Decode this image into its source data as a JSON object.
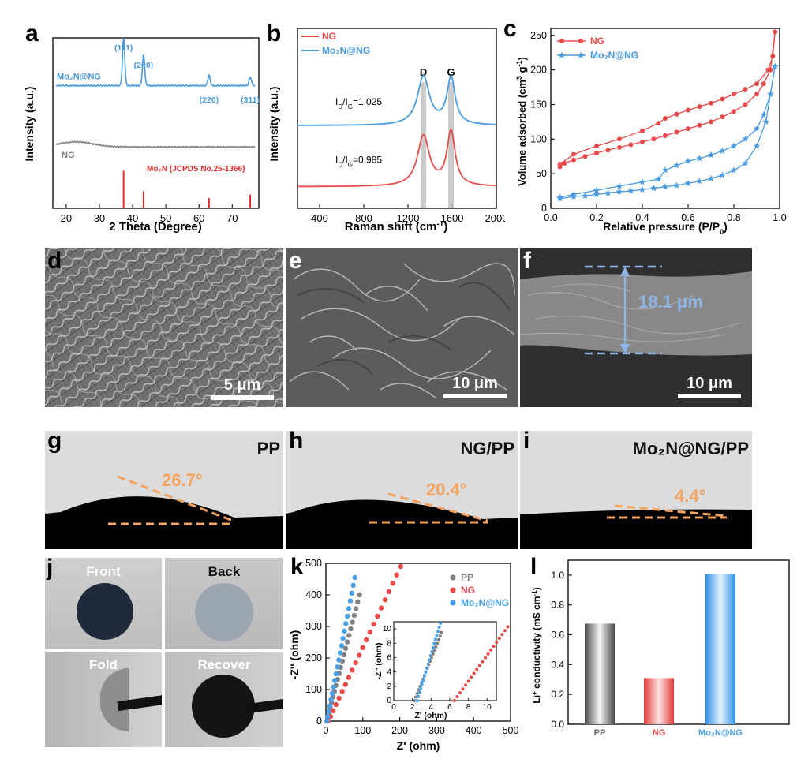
{
  "chart_data": [
    {
      "id": "a",
      "type": "line",
      "xlabel": "2 Theta (Degree)",
      "ylabel": "Intensity (a.u.)",
      "xlim": [
        16,
        78
      ],
      "xticks": [
        20,
        30,
        40,
        50,
        60,
        70
      ],
      "peak_labels": [
        {
          "x": 37.3,
          "text": "(111)"
        },
        {
          "x": 43.3,
          "text": "(200)"
        },
        {
          "x": 63.0,
          "text": "(220)"
        },
        {
          "x": 75.4,
          "text": "(311)"
        }
      ],
      "series": [
        {
          "name": "Mo₂N@NG",
          "color": "#4a9be0",
          "baseline": 0.72,
          "peaks": [
            [
              37.3,
              0.28
            ],
            [
              43.3,
              0.18
            ],
            [
              63.0,
              0.06
            ],
            [
              75.4,
              0.05
            ]
          ]
        },
        {
          "name": "NG",
          "color": "#808080",
          "baseline": 0.36,
          "peaks": [
            [
              23,
              0.03
            ]
          ]
        }
      ],
      "reference": {
        "name": "Mo₂N (JCPDS No.25-1366)",
        "color": "#e52b2b",
        "lines": [
          [
            37.3,
            0.22
          ],
          [
            43.3,
            0.1
          ],
          [
            63.0,
            0.06
          ],
          [
            75.4,
            0.08
          ]
        ]
      }
    },
    {
      "id": "b",
      "type": "line",
      "xlabel": "Raman shift (cm⁻¹)",
      "ylabel": "Intensity (a.u.)",
      "xlim": [
        200,
        2000
      ],
      "xticks": [
        400,
        800,
        1200,
        1600,
        2000
      ],
      "bands": [
        {
          "x": 1340,
          "label": "D"
        },
        {
          "x": 1590,
          "label": "G"
        }
      ],
      "series": [
        {
          "name": "NG",
          "color": "#e84a4a",
          "baseline": 0.12,
          "d": 0.28,
          "g": 0.3,
          "ratio": "ID/IG=0.985"
        },
        {
          "name": "Mo₂N@NG",
          "color": "#4a9be0",
          "baseline": 0.46,
          "d": 0.27,
          "g": 0.26,
          "ratio": "ID/IG=1.025"
        }
      ],
      "legend": [
        "NG",
        "Mo₂N@NG"
      ]
    },
    {
      "id": "c",
      "type": "line",
      "xlabel": "Relative pressure (P/P0)",
      "ylabel": "Volume adsorbed (cm3 g-1)",
      "xlim": [
        0,
        1.0
      ],
      "ylim": [
        0,
        260
      ],
      "xticks": [
        0.0,
        0.2,
        0.4,
        0.6,
        0.8,
        1.0
      ],
      "yticks": [
        0,
        50,
        100,
        150,
        200,
        250
      ],
      "series": [
        {
          "name": "NG",
          "color": "#e84a4a",
          "marker": "circle",
          "adsorption": [
            [
              0.04,
              60
            ],
            [
              0.06,
              65
            ],
            [
              0.1,
              70
            ],
            [
              0.15,
              75
            ],
            [
              0.2,
              80
            ],
            [
              0.25,
              84
            ],
            [
              0.3,
              88
            ],
            [
              0.35,
              92
            ],
            [
              0.4,
              96
            ],
            [
              0.45,
              100
            ],
            [
              0.5,
              105
            ],
            [
              0.55,
              110
            ],
            [
              0.6,
              115
            ],
            [
              0.65,
              120
            ],
            [
              0.7,
              125
            ],
            [
              0.75,
              132
            ],
            [
              0.8,
              140
            ],
            [
              0.85,
              150
            ],
            [
              0.9,
              165
            ],
            [
              0.93,
              180
            ],
            [
              0.96,
              200
            ],
            [
              0.98,
              255
            ]
          ],
          "desorption": [
            [
              0.98,
              255
            ],
            [
              0.97,
              220
            ],
            [
              0.95,
              200
            ],
            [
              0.9,
              180
            ],
            [
              0.85,
              172
            ],
            [
              0.8,
              165
            ],
            [
              0.75,
              158
            ],
            [
              0.7,
              152
            ],
            [
              0.65,
              147
            ],
            [
              0.6,
              142
            ],
            [
              0.55,
              136
            ],
            [
              0.5,
              130
            ],
            [
              0.47,
              123
            ],
            [
              0.4,
              112
            ],
            [
              0.3,
              100
            ],
            [
              0.2,
              90
            ],
            [
              0.1,
              78
            ],
            [
              0.04,
              64
            ]
          ]
        },
        {
          "name": "Mo₂N@NG",
          "color": "#4a9be0",
          "marker": "star",
          "adsorption": [
            [
              0.04,
              14
            ],
            [
              0.1,
              17
            ],
            [
              0.15,
              18
            ],
            [
              0.2,
              20
            ],
            [
              0.25,
              22
            ],
            [
              0.3,
              24
            ],
            [
              0.35,
              25
            ],
            [
              0.4,
              27
            ],
            [
              0.45,
              29
            ],
            [
              0.5,
              31
            ],
            [
              0.55,
              33
            ],
            [
              0.6,
              36
            ],
            [
              0.65,
              39
            ],
            [
              0.7,
              43
            ],
            [
              0.75,
              48
            ],
            [
              0.8,
              55
            ],
            [
              0.85,
              65
            ],
            [
              0.9,
              90
            ],
            [
              0.94,
              125
            ],
            [
              0.96,
              165
            ],
            [
              0.98,
              205
            ]
          ],
          "desorption": [
            [
              0.98,
              205
            ],
            [
              0.96,
              165
            ],
            [
              0.93,
              135
            ],
            [
              0.9,
              115
            ],
            [
              0.85,
              100
            ],
            [
              0.8,
              90
            ],
            [
              0.75,
              83
            ],
            [
              0.7,
              77
            ],
            [
              0.65,
              72
            ],
            [
              0.6,
              68
            ],
            [
              0.55,
              62
            ],
            [
              0.5,
              55
            ],
            [
              0.47,
              42
            ],
            [
              0.4,
              38
            ],
            [
              0.3,
              32
            ],
            [
              0.2,
              26
            ],
            [
              0.1,
              20
            ],
            [
              0.04,
              16
            ]
          ]
        }
      ]
    },
    {
      "id": "k",
      "type": "scatter",
      "xlabel": "Z' (ohm)",
      "ylabel": "-Z'' (ohm)",
      "xlim": [
        0,
        500
      ],
      "ylim": [
        0,
        500
      ],
      "xticks": [
        0,
        100,
        200,
        300,
        400,
        500
      ],
      "yticks": [
        0,
        100,
        200,
        300,
        400,
        500
      ],
      "inset": {
        "xlabel": "Z' (ohm)",
        "ylabel": "-Z'' (ohm)",
        "xlim": [
          0,
          11
        ],
        "ylim": [
          0,
          11
        ],
        "xticks": [
          0,
          2,
          4,
          6,
          8,
          10
        ],
        "yticks": [
          0,
          2,
          4,
          6,
          8,
          10
        ]
      },
      "series": [
        {
          "name": "PP",
          "color": "#7f7f7f",
          "start": 2.2,
          "slope": 4.5,
          "end_y": 400,
          "inset_end_y": 9.5
        },
        {
          "name": "NG",
          "color": "#e84a4a",
          "start": 6.5,
          "slope": 2.5,
          "end_y": 490,
          "inset_end_y": 10.3
        },
        {
          "name": "Mo₂N@NG",
          "color": "#4aa0e6",
          "start": 2.5,
          "slope": 6.0,
          "end_y": 455,
          "inset_end_y": 10.8
        }
      ]
    },
    {
      "id": "l",
      "type": "bar",
      "ylabel": "Li+ conductivity (mS cm-1)",
      "ylim": [
        0,
        1.1
      ],
      "yticks": [
        0.0,
        0.2,
        0.4,
        0.6,
        0.8,
        1.0
      ],
      "categories": [
        "PP",
        "NG",
        "Mo₂N@NG"
      ],
      "values": [
        0.675,
        0.31,
        1.005
      ],
      "colors": [
        "#6a6a6a",
        "#e84a4a",
        "#4aa0e6"
      ]
    }
  ],
  "panels": {
    "a": "a",
    "b": "b",
    "c": "c",
    "d": "d",
    "e": "e",
    "f": "f",
    "g": "g",
    "h": "h",
    "i": "i",
    "j": "j",
    "k": "k",
    "l": "l"
  },
  "images": {
    "d": {
      "scale": "5 μm"
    },
    "e": {
      "scale": "10 μm"
    },
    "f": {
      "scale": "10 μm",
      "thickness": "18.1 μm"
    },
    "g": {
      "title": "PP",
      "angle": "26.7°",
      "angle_value": 26.7
    },
    "h": {
      "title": "NG/PP",
      "angle": "20.4°",
      "angle_value": 20.4
    },
    "i": {
      "title": "Mo₂N@NG/PP",
      "angle": "4.4°",
      "angle_value": 4.4
    },
    "j": {
      "front": "Front",
      "back": "Back",
      "fold": "Fold",
      "recover": "Recover"
    }
  },
  "colors": {
    "orange": "#f4a460",
    "blue_dash": "#8fb4e6"
  }
}
